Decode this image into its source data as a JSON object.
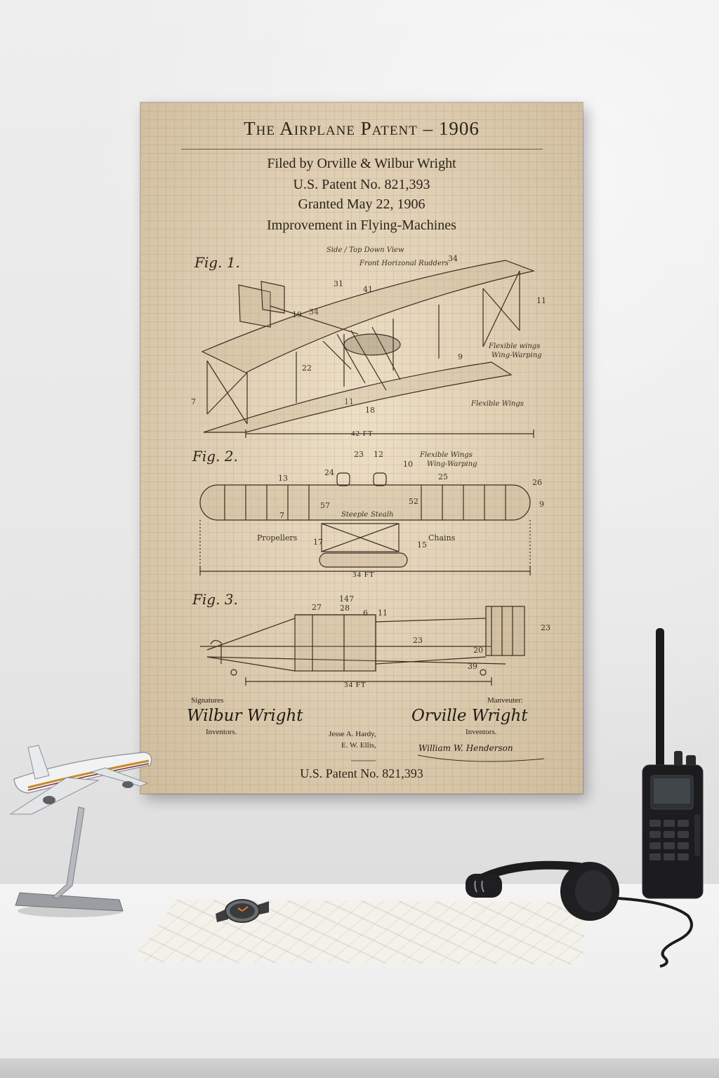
{
  "poster": {
    "title": "The Airplane Patent – 1906",
    "filed_by": "Filed by Orville & Wilbur Wright",
    "patent_no": "U.S. Patent No. 821,393",
    "granted": "Granted May 22, 1906",
    "subject": "Improvement in Flying-Machines",
    "fig1": {
      "label": "Fig. 1.",
      "view_note": "Side / Top Down View",
      "front_rudders": "Front Horizonal Rudders",
      "flexible_wings_1": "Flexible wings",
      "wing_warping": "Wing-Warping",
      "flexible_wings_2": "Flexible Wings",
      "span": "42 FT",
      "refs": [
        "31",
        "41",
        "34",
        "11",
        "9",
        "7",
        "11",
        "18",
        "22",
        "19",
        "34"
      ]
    },
    "fig2": {
      "label": "Fig. 2.",
      "flexible_wings": "Flexible Wings",
      "wing_warping": "Wing-Warping",
      "propellers": "Propellers",
      "chains": "Chains",
      "steeple": "Steeple",
      "stealth": "Stealh",
      "span": "34 FT",
      "refs": [
        "23",
        "12",
        "10",
        "13",
        "24",
        "25",
        "26",
        "9",
        "7",
        "57",
        "15",
        "17",
        "52"
      ]
    },
    "fig3": {
      "label": "Fig. 3.",
      "span": "34 FT",
      "refs": [
        "147",
        "27",
        "28",
        "6",
        "11",
        "23",
        "23",
        "20",
        "39"
      ]
    },
    "signatures": {
      "left_heading": "Signatures",
      "left_name": "Wilbur Wright",
      "left_role": "Inventors.",
      "witness_1": "Jesse A. Hardy,",
      "witness_2": "E. W. Ellis,",
      "right_heading": "Manveuter:",
      "right_name": "Orville Wright",
      "right_role": "Inventors.",
      "attorney": "William W. Henderson"
    },
    "footer": "U.S. Patent No. 821,393"
  }
}
